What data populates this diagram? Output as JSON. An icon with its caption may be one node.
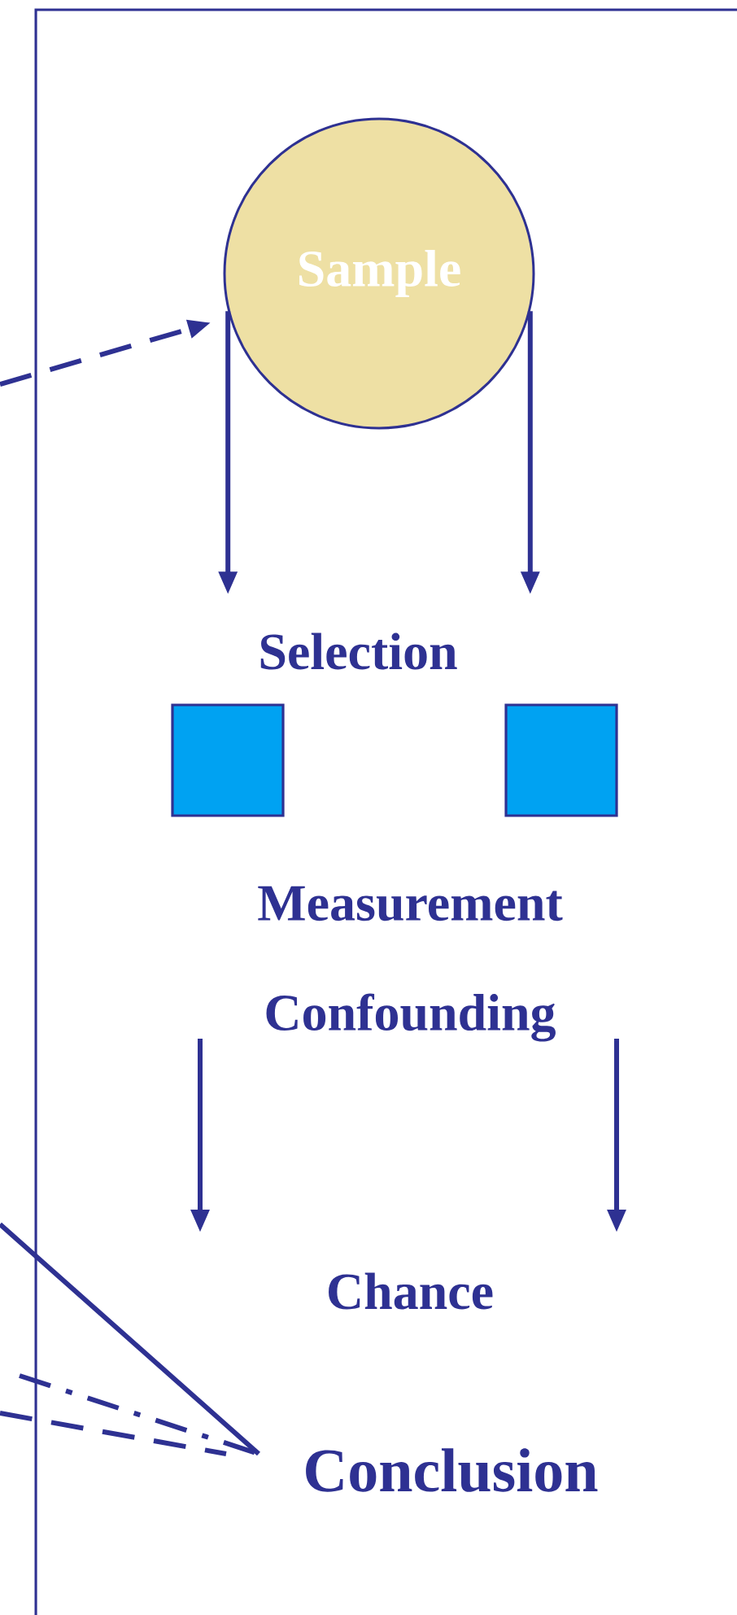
{
  "diagram": {
    "nodes": [
      {
        "text": [
          "Sample"
        ]
      },
      {
        "text": [],
        "shape": "box"
      },
      {
        "text": [],
        "shape": "box"
      },
      {
        "text": [
          "Conclusion"
        ]
      }
    ],
    "edges": [
      {
        "from": null,
        "to": 0,
        "arrow": "to",
        "style": "dashed"
      },
      {
        "from": 0,
        "to": null,
        "arrow": "to"
      },
      {
        "from": 0,
        "to": null,
        "arrow": "to"
      },
      {
        "from": null,
        "to": 3,
        "arrow": "none"
      },
      {
        "from": null,
        "to": 3,
        "arrow": "none",
        "style": "dashed"
      },
      {
        "from": null,
        "to": 3,
        "arrow": "none",
        "style": "dashed"
      }
    ],
    "labels": [
      "Selection",
      "Measurement",
      "Confounding",
      "Chance"
    ]
  }
}
